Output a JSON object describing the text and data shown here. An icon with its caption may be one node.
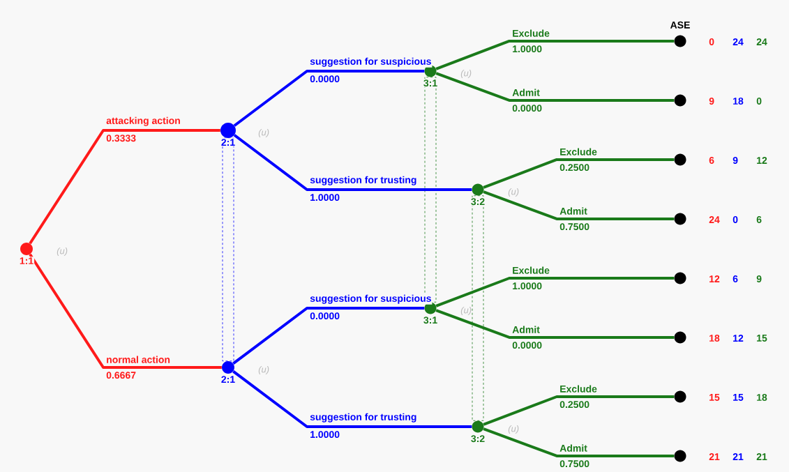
{
  "diagram": {
    "nodes": [
      {
        "text": [],
        "shape": "circle",
        "beside": [
          "1:1",
          "(u)"
        ]
      },
      {
        "text": [],
        "shape": "circle",
        "beside": [
          "2:1",
          "(u)"
        ]
      },
      {
        "text": [],
        "shape": "circle",
        "beside": [
          "2:1",
          "(u)"
        ]
      },
      {
        "text": [],
        "shape": "circle",
        "beside": [
          "3:1",
          "(u)"
        ]
      },
      {
        "text": [],
        "shape": "circle",
        "beside": [
          "3:2",
          "(u)"
        ]
      },
      {
        "text": [],
        "shape": "circle",
        "beside": [
          "3:1",
          "(u)"
        ]
      },
      {
        "text": [],
        "shape": "circle",
        "beside": [
          "3:2",
          "(u)"
        ]
      },
      {
        "text": [],
        "shape": "circle",
        "beside": [
          "0",
          "24",
          "24"
        ]
      },
      {
        "text": [],
        "shape": "circle",
        "beside": [
          "9",
          "18",
          "0"
        ]
      },
      {
        "text": [],
        "shape": "circle",
        "beside": [
          "6",
          "9",
          "12"
        ]
      },
      {
        "text": [],
        "shape": "circle",
        "beside": [
          "24",
          "0",
          "6"
        ]
      },
      {
        "text": [],
        "shape": "circle",
        "beside": [
          "12",
          "6",
          "9"
        ]
      },
      {
        "text": [],
        "shape": "circle",
        "beside": [
          "18",
          "12",
          "15"
        ]
      },
      {
        "text": [],
        "shape": "circle",
        "beside": [
          "15",
          "15",
          "18"
        ]
      },
      {
        "text": [],
        "shape": "circle",
        "beside": [
          "21",
          "21",
          "21"
        ]
      }
    ],
    "edges": [
      {
        "from": 0,
        "to": 1,
        "arrow": "none",
        "label": "attacking action",
        "color": "#ff1a1a"
      },
      {
        "from": 0,
        "to": 2,
        "arrow": "none",
        "label": "normal action",
        "color": "#ff1a1a"
      },
      {
        "from": 1,
        "to": 3,
        "arrow": "none",
        "label": "suggestion for suspicious",
        "color": "#0000ff"
      },
      {
        "from": 1,
        "to": 4,
        "arrow": "none",
        "label": "suggestion for trusting",
        "color": "#0000ff"
      },
      {
        "from": 2,
        "to": 5,
        "arrow": "none",
        "label": "suggestion for suspicious",
        "color": "#0000ff"
      },
      {
        "from": 2,
        "to": 6,
        "arrow": "none",
        "label": "suggestion for trusting",
        "color": "#0000ff"
      },
      {
        "from": 3,
        "to": 7,
        "arrow": "none",
        "label": "Exclude",
        "color": "#1a7a1a"
      },
      {
        "from": 3,
        "to": 8,
        "arrow": "none",
        "label": "Admit",
        "color": "#1a7a1a"
      },
      {
        "from": 4,
        "to": 9,
        "arrow": "none",
        "label": "Exclude",
        "color": "#1a7a1a"
      },
      {
        "from": 4,
        "to": 10,
        "arrow": "none",
        "label": "Admit",
        "color": "#1a7a1a"
      },
      {
        "from": 5,
        "to": 11,
        "arrow": "none",
        "label": "Exclude",
        "color": "#1a7a1a"
      },
      {
        "from": 5,
        "to": 12,
        "arrow": "none",
        "label": "Admit",
        "color": "#1a7a1a"
      },
      {
        "from": 6,
        "to": 13,
        "arrow": "none",
        "label": "Exclude",
        "color": "#1a7a1a"
      },
      {
        "from": 6,
        "to": 14,
        "arrow": "none",
        "label": "Admit",
        "color": "#1a7a1a"
      },
      {
        "from": 1,
        "to": 2,
        "arrow": "none",
        "style": "dashed",
        "color": "#0000ff"
      },
      {
        "from": 3,
        "to": 5,
        "arrow": "none",
        "style": "dashed",
        "color": "#1a7a1a"
      },
      {
        "from": 4,
        "to": 6,
        "arrow": "none",
        "style": "dashed",
        "color": "#1a7a1a"
      }
    ],
    "labels": [
      "ASE",
      "0.3333",
      "0.6667",
      "0.0000",
      "1.0000",
      "0.0000",
      "1.0000",
      "1.0000",
      "0.0000",
      "0.2500",
      "0.7500",
      "1.0000",
      "0.0000",
      "0.2500",
      "0.7500"
    ]
  }
}
